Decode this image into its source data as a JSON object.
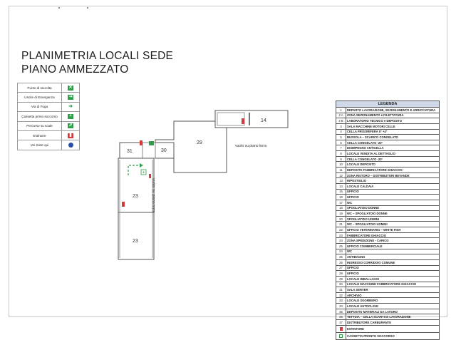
{
  "title": {
    "line1": "PLANIMETRIA LOCALI SEDE",
    "line2": "PIANO AMMEZZATO"
  },
  "symbol_key": [
    {
      "label": "Punto di raccolta",
      "icon": "assembly-point-icon",
      "color": "#2e9e4a",
      "glyph": "✕"
    },
    {
      "label": "Uscite di Emergenza",
      "icon": "emergency-exit-icon",
      "color": "#2e9e4a",
      "glyph": "⇥"
    },
    {
      "label": "Via di Fuga",
      "icon": "escape-route-icon",
      "color": "#2e9e4a",
      "glyph": "➜"
    },
    {
      "label": "Cassetta primo soccorso",
      "icon": "first-aid-icon",
      "color": "#2e9e4a",
      "glyph": "+"
    },
    {
      "label": "Percorso su scale",
      "icon": "stairs-route-icon",
      "color": "#2e9e4a",
      "glyph": "⇗"
    },
    {
      "label": "Estintore",
      "icon": "fire-extinguisher-icon",
      "color": "#d23b3b",
      "glyph": "▮"
    },
    {
      "label": "Voi Siete qui",
      "icon": "you-are-here-icon",
      "color": "#2a4fa8",
      "glyph": ""
    }
  ],
  "plan": {
    "rooms": {
      "r14": "14",
      "r29": "29",
      "r30": "30",
      "r31": "31",
      "r23a": "23",
      "r23b": "23"
    },
    "void_label_1": "vuoto su piano terra",
    "void_label_2": "vuoto su piano terra"
  },
  "legend": {
    "title": "LEGENDA",
    "rows": [
      {
        "n": "1",
        "d": "REPARTO LAVORAZIONE, SEZIONAMENTO E ARRICCIATURA"
      },
      {
        "n": "2 A",
        "d": "ZONA SEZIONAMENTO e FILETTATURA"
      },
      {
        "n": "2 B",
        "d": "LABORATORIO TECNICO e DEPOSITO"
      },
      {
        "n": "3",
        "d": "SALA MACCHINE MOTORI CELLE"
      },
      {
        "n": "4",
        "d": "CELLA FRIGORIFERA 0° +4°"
      },
      {
        "n": "5",
        "d": "BUSSOLA – SCARICO CONGELATO"
      },
      {
        "n": "6",
        "d": "CELLA CONGELATO -20°"
      },
      {
        "n": "7",
        "d": "DISIMPEGNO ANTICELLA"
      },
      {
        "n": "8",
        "d": "LOCALE VENDITA AL DETTAGLIO"
      },
      {
        "n": "9",
        "d": "CELLA CONGELATO -20°"
      },
      {
        "n": "10",
        "d": "LOCALE DEPOSITO"
      },
      {
        "n": "11",
        "d": "DEPOSITO FABBRICATORE GHIACCIO"
      },
      {
        "n": "12",
        "d": "ZONA RISTORO – DISTRIBUTORI BEVANDE"
      },
      {
        "n": "13",
        "d": "RIPOSTIGLIO"
      },
      {
        "n": "14",
        "d": "LOCALE CALDAIA"
      },
      {
        "n": "15",
        "d": "UFFICIO"
      },
      {
        "n": "16",
        "d": "UFFICIO"
      },
      {
        "n": "17",
        "d": "WC"
      },
      {
        "n": "18",
        "d": "SPOGLIATOIO DONNE"
      },
      {
        "n": "19",
        "d": "WC – SPOGLIATOIO DONNE"
      },
      {
        "n": "20",
        "d": "SPOGLIATOIO UOMINI"
      },
      {
        "n": "21",
        "d": "WC – SPOGLIATOIO UOMINI"
      },
      {
        "n": "22",
        "d": "UFFICIO VETERINARIO – WHITE FISH"
      },
      {
        "n": "23",
        "d": "FABBRICATORE GHIACCIO"
      },
      {
        "n": "24",
        "d": "ZONA SPEDIZIONE - CARICO"
      },
      {
        "n": "25",
        "d": "UFFICIO COMMERCIALE"
      },
      {
        "n": "24",
        "d": "WC"
      },
      {
        "n": "25",
        "d": "ANTIBAGNO"
      },
      {
        "n": "26",
        "d": "INGRESSO CORRIDOIO COMUNE"
      },
      {
        "n": "27",
        "d": "UFFICIO"
      },
      {
        "n": "28",
        "d": "UFFICIO"
      },
      {
        "n": "29",
        "d": "LOCALE IMBALLAGGI"
      },
      {
        "n": "30",
        "d": "LOCALE MACCHINE FABBRICATORE GHIACCIO"
      },
      {
        "n": "31",
        "d": "SALA SERVER"
      },
      {
        "n": "32",
        "d": "ARCHIVIO"
      },
      {
        "n": "33",
        "d": "LOCALE SGOMBERO"
      },
      {
        "n": "34",
        "d": "LOCALE AUTOCLAVE"
      },
      {
        "n": "35",
        "d": "DEPOSITO MATERIALI DA LAVORO"
      },
      {
        "n": "36",
        "d": "TETTOIA – CELLA SCARTI DI LAVORAZIONE"
      },
      {
        "n": "37",
        "d": "DISTRIBUTORE CARBURANTE"
      }
    ],
    "extras": [
      {
        "icon": "fire-extinguisher-icon",
        "color": "#d23b3b",
        "label": "ESTINTORE"
      },
      {
        "icon": "first-aid-icon",
        "color": "#2e9e4a",
        "label": "CASSETTA PRONTO SOCCORSO"
      }
    ]
  }
}
